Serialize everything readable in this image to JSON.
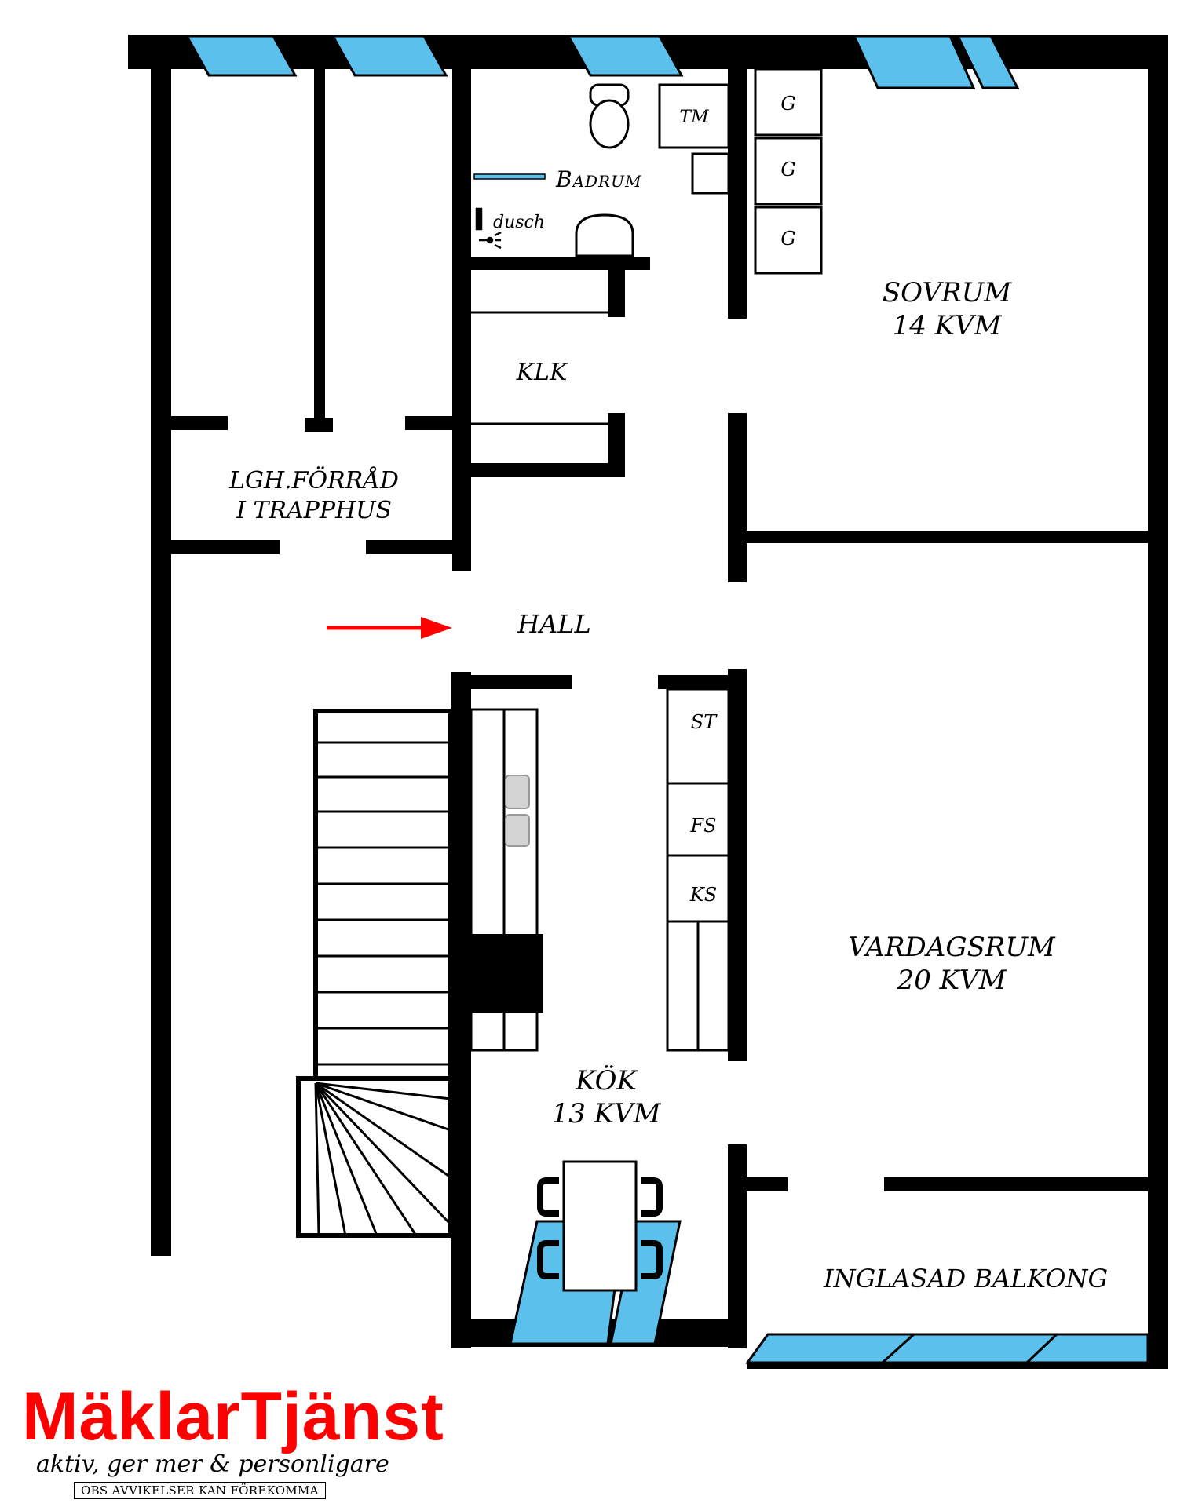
{
  "rooms": {
    "badrum": "Badrum",
    "dusch": "dusch",
    "klk": "KLK",
    "sovrum": "SOVRUM",
    "sovrum_area": "14 KVM",
    "forrad_line1": "LGH.FÖRRÅD",
    "forrad_line2": "I TRAPPHUS",
    "hall": "HALL",
    "vardagsrum": "VARDAGSRUM",
    "vardagsrum_area": "20 KVM",
    "kok": "KÖK",
    "kok_area": "13 KVM",
    "balkong": "INGLASAD BALKONG"
  },
  "fixtures": {
    "tm": "TM",
    "wardrobe": [
      "G",
      "G",
      "G"
    ],
    "st": "ST",
    "fs": "FS",
    "ks": "KS"
  },
  "brand": {
    "name": "MäklarTjänst",
    "tagline": "aktiv, ger mer & personligare",
    "disclaimer": "OBS AVVIKELSER KAN FÖREKOMMA"
  },
  "colors": {
    "wall": "#000000",
    "window": "#5bc0eb",
    "arrow": "#ff0000",
    "brand": "#ff0000"
  }
}
